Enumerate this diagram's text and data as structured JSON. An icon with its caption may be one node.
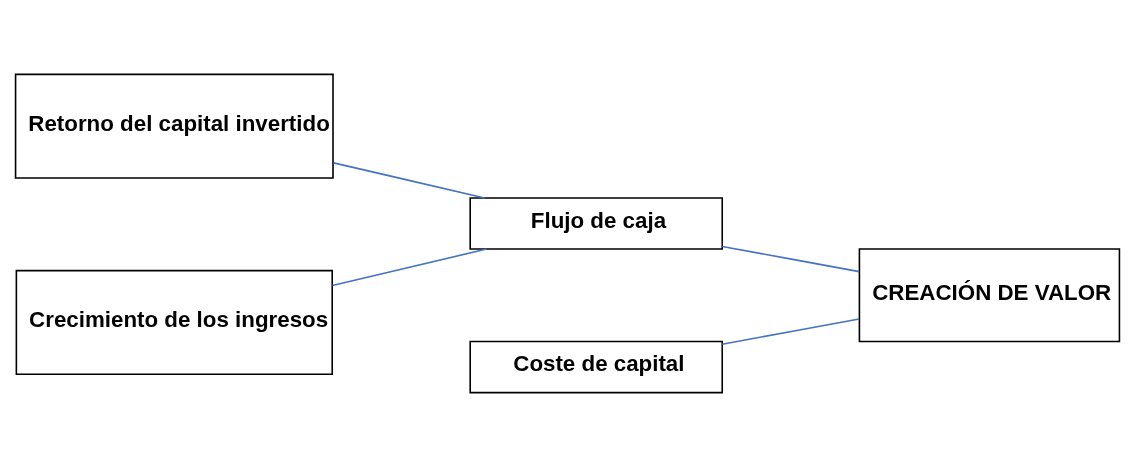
{
  "diagram": {
    "nodes": [
      {
        "text": [
          "Retorno del capital invertido"
        ]
      },
      {
        "text": [
          "Crecimiento de los ingresos"
        ]
      },
      {
        "text": [
          "Flujo de caja"
        ]
      },
      {
        "text": [
          "CREACIÓN DE VALOR"
        ]
      },
      {
        "text": [
          "Coste de capital"
        ]
      }
    ],
    "edges": [
      {
        "from": 0,
        "to": 2,
        "arrow": "none",
        "color": "#4472c4"
      },
      {
        "from": 1,
        "to": 2,
        "arrow": "none",
        "color": "#4472c4"
      },
      {
        "from": 2,
        "to": 3,
        "arrow": "none",
        "color": "#4472c4"
      },
      {
        "from": 4,
        "to": 3,
        "arrow": "none",
        "color": "#4472c4"
      }
    ]
  }
}
